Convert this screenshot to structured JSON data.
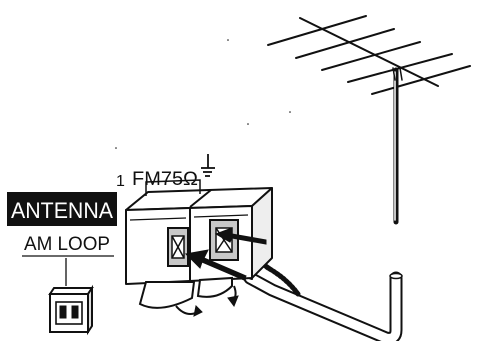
{
  "labels": {
    "antenna": "ANTENNA",
    "am_loop": "AM LOOP",
    "fm": "FM75Ω",
    "terminal_mark": "1"
  },
  "icons": {
    "ground": "ground-symbol-icon",
    "am-loop-jack": "am-loop-jack-icon",
    "fm-antenna": "yagi-antenna-icon",
    "coax-cable": "coaxial-cable-icon"
  },
  "colors": {
    "ink": "#111111",
    "paper": "#ffffff",
    "label_fill": "#111111",
    "label_text": "#ffffff",
    "window_fill": "#c8c8c8"
  }
}
